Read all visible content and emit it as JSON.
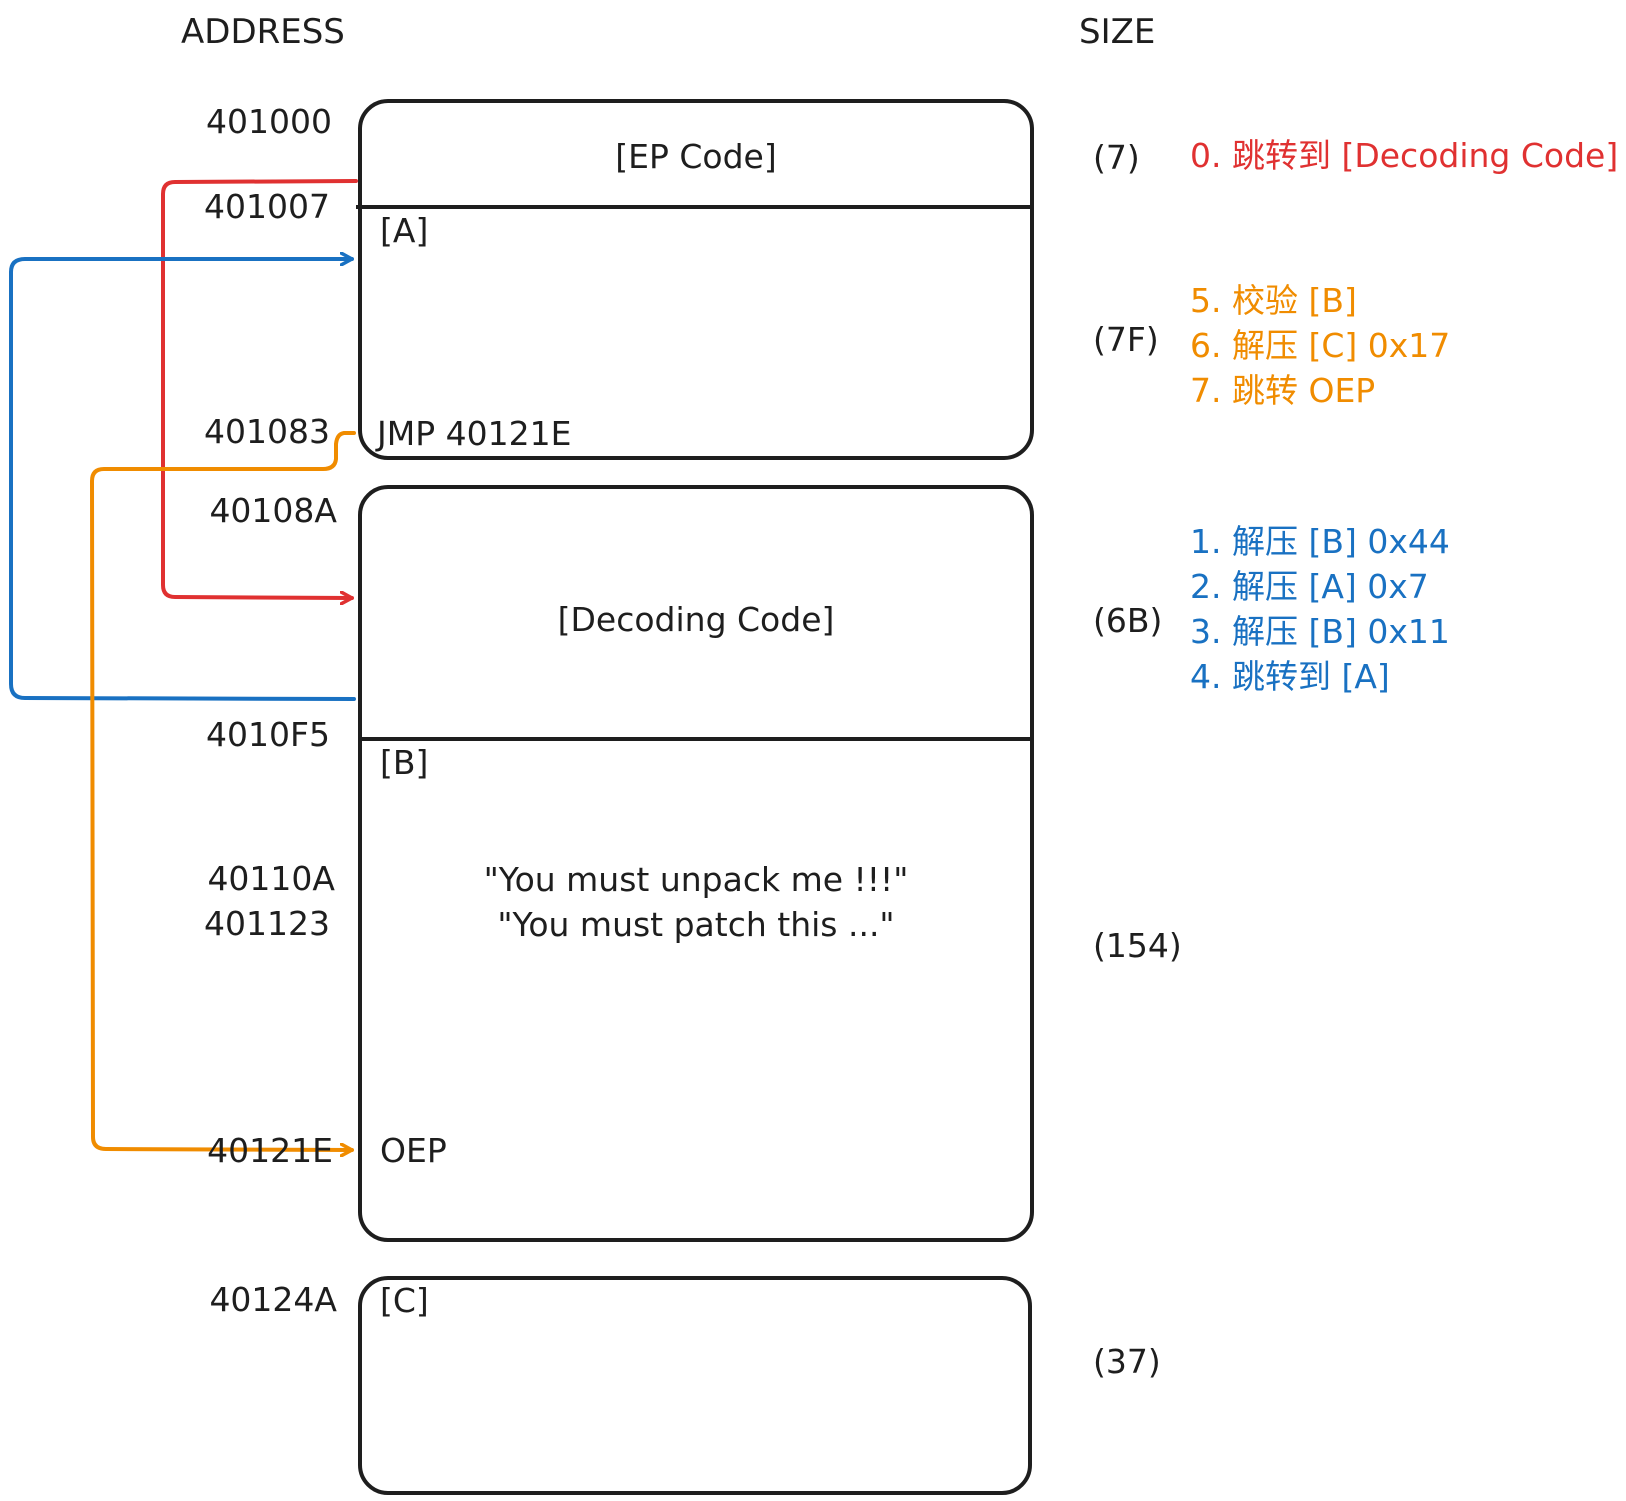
{
  "headers": {
    "address": "ADDRESS",
    "size": "SIZE"
  },
  "addresses": [
    {
      "id": "a401000",
      "label": "401000"
    },
    {
      "id": "a401007",
      "label": "401007"
    },
    {
      "id": "a401083",
      "label": "401083"
    },
    {
      "id": "a40108a",
      "label": "40108A"
    },
    {
      "id": "a4010f5",
      "label": "4010F5"
    },
    {
      "id": "a40110a",
      "label": "40110A"
    },
    {
      "id": "a401123",
      "label": "401123"
    },
    {
      "id": "a40121e",
      "label": "40121E"
    },
    {
      "id": "a40124a",
      "label": "40124A"
    }
  ],
  "blocks": {
    "ep_code": {
      "title": "[EP Code]",
      "size": "(7)"
    },
    "a": {
      "title": "[A]",
      "footer": "JMP 40121E",
      "size": "(7F)"
    },
    "decoding": {
      "title": "[Decoding Code]",
      "size": "(6B)"
    },
    "b": {
      "title": "[B]",
      "strings": [
        "\"You must unpack me !!!\"",
        "\"You must patch this ...\""
      ],
      "oep": "OEP",
      "size": "(154)"
    },
    "c": {
      "title": "[C]",
      "size": "(37)"
    }
  },
  "notes": {
    "red": [
      "0. 跳转到 [Decoding Code]"
    ],
    "orange": [
      "5. 校验 [B]",
      "6. 解压 [C] 0x17",
      "7. 跳转 OEP"
    ],
    "blue": [
      "1. 解压 [B] 0x44",
      "2. 解压 [A] 0x7",
      "3. 解压 [B] 0x11",
      "4. 跳转到 [A]"
    ]
  },
  "colors": {
    "red": "#e03131",
    "orange": "#f08c00",
    "blue": "#1971c2",
    "stroke": "#1e1e1e"
  }
}
